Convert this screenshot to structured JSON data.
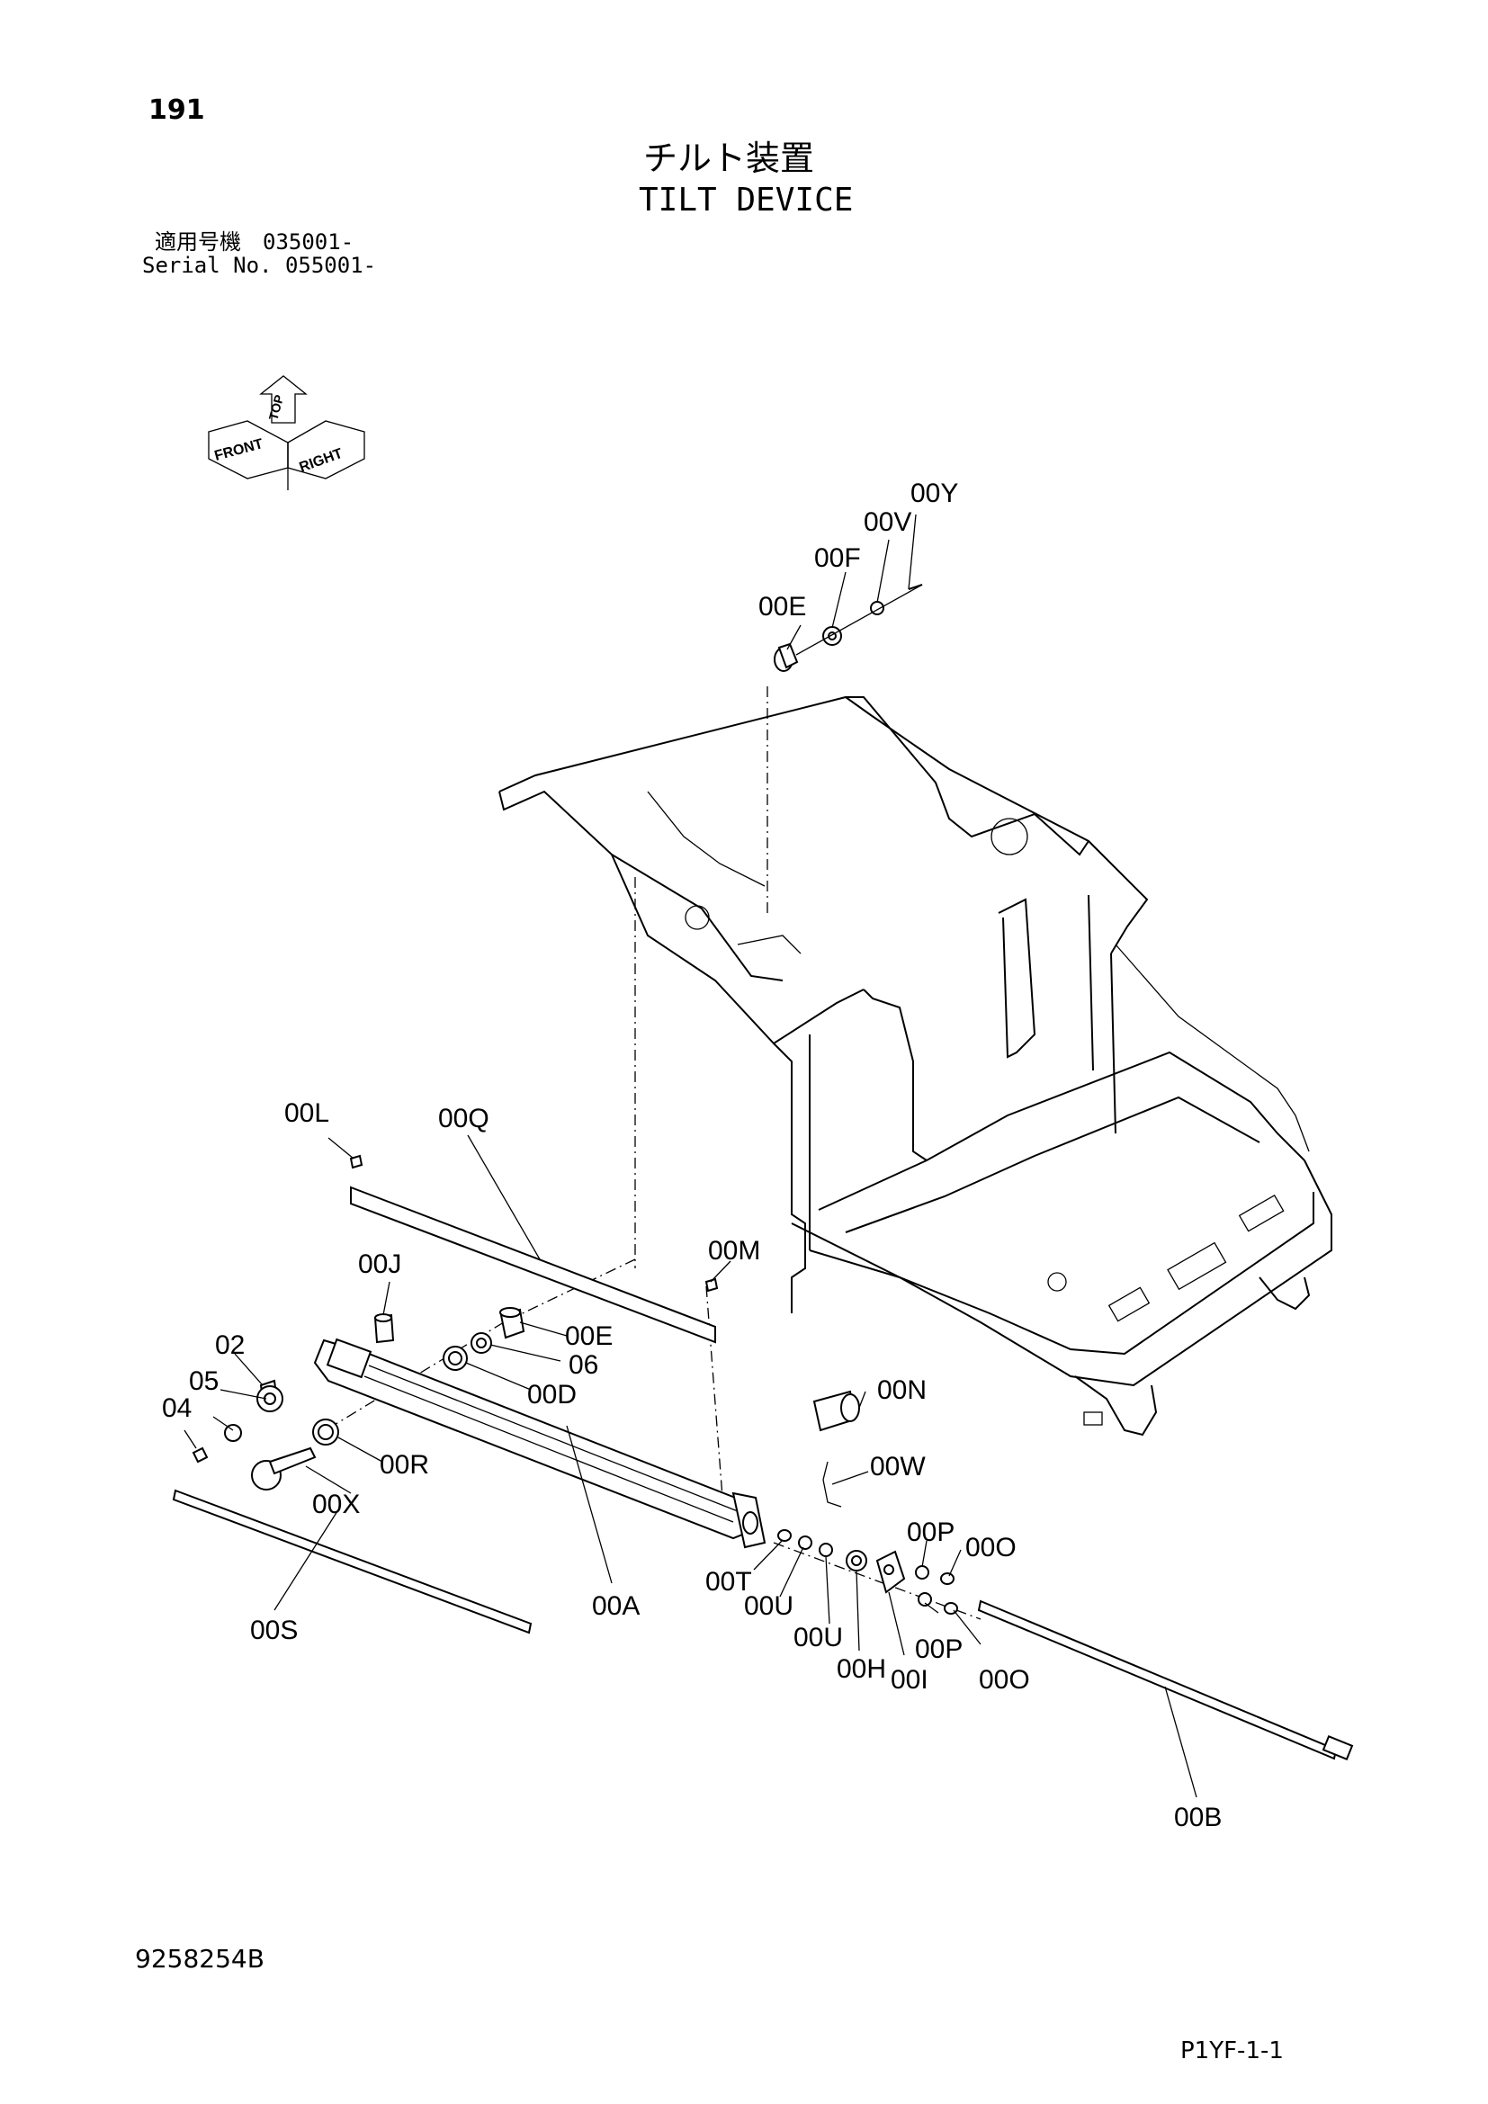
{
  "header": {
    "page_number": "191",
    "title_jp": "チルト装置",
    "title_en": "TILT DEVICE",
    "serial_jp": "適用号機　035001-",
    "serial_en": "Serial No. 055001-"
  },
  "orientation_icon": {
    "labels": [
      "FRONT",
      "TOP",
      "RIGHT"
    ],
    "icon": "orientation-arrows-icon"
  },
  "part_labels": [
    "00Y",
    "00V",
    "00F",
    "00E",
    "00L",
    "00Q",
    "00J",
    "00M",
    "00E",
    "02",
    "06",
    "05",
    "00D",
    "04",
    "00N",
    "00R",
    "00W",
    "00X",
    "00P",
    "00O",
    "00T",
    "00A",
    "00U",
    "00S",
    "00U",
    "00P",
    "00H",
    "00I",
    "00O",
    "00B"
  ],
  "footer": {
    "drawing_number": "9258254B",
    "page_code": "P1YF-1-1"
  }
}
